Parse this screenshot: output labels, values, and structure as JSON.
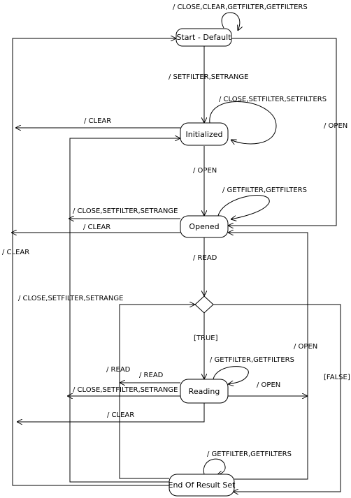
{
  "states": {
    "start_default": "Start - Default",
    "initialized": "Initialized",
    "opened": "Opened",
    "reading": "Reading",
    "end_of_result_set": "End Of Result Set"
  },
  "transitions": {
    "start_self": "/ CLOSE,CLEAR,GETFILTER,GETFILTERS",
    "start_to_initialized": "/ SETFILTER,SETRANGE",
    "initialized_self": "/ CLOSE,SETFILTER,SETFILTERS",
    "initialized_clear": "/ CLEAR",
    "initialized_to_opened": "/ OPEN",
    "opened_self": "/ GETFILTER,GETFILTERS",
    "opened_close": "/ CLOSE,SETFILTER,SETRANGE",
    "opened_clear": "/ CLEAR",
    "start_open": "/ OPEN",
    "outer_clear": "/ CLEAR",
    "opened_read": "/ READ",
    "end_close": "/ CLOSE,SETFILTER,SETRANGE",
    "choice_true": "[TRUE]",
    "reading_self": "/ GETFILTER,GETFILTERS",
    "end_read": "/ READ",
    "reading_read": "/ READ",
    "reading_close": "/ CLOSE,SETFILTER,SETRANGE",
    "reading_open": "/ OPEN",
    "end_open": "/ OPEN",
    "choice_false": "[FALSE]",
    "reading_clear": "/ CLEAR",
    "end_self": "/ GETFILTER,GETFILTERS"
  }
}
